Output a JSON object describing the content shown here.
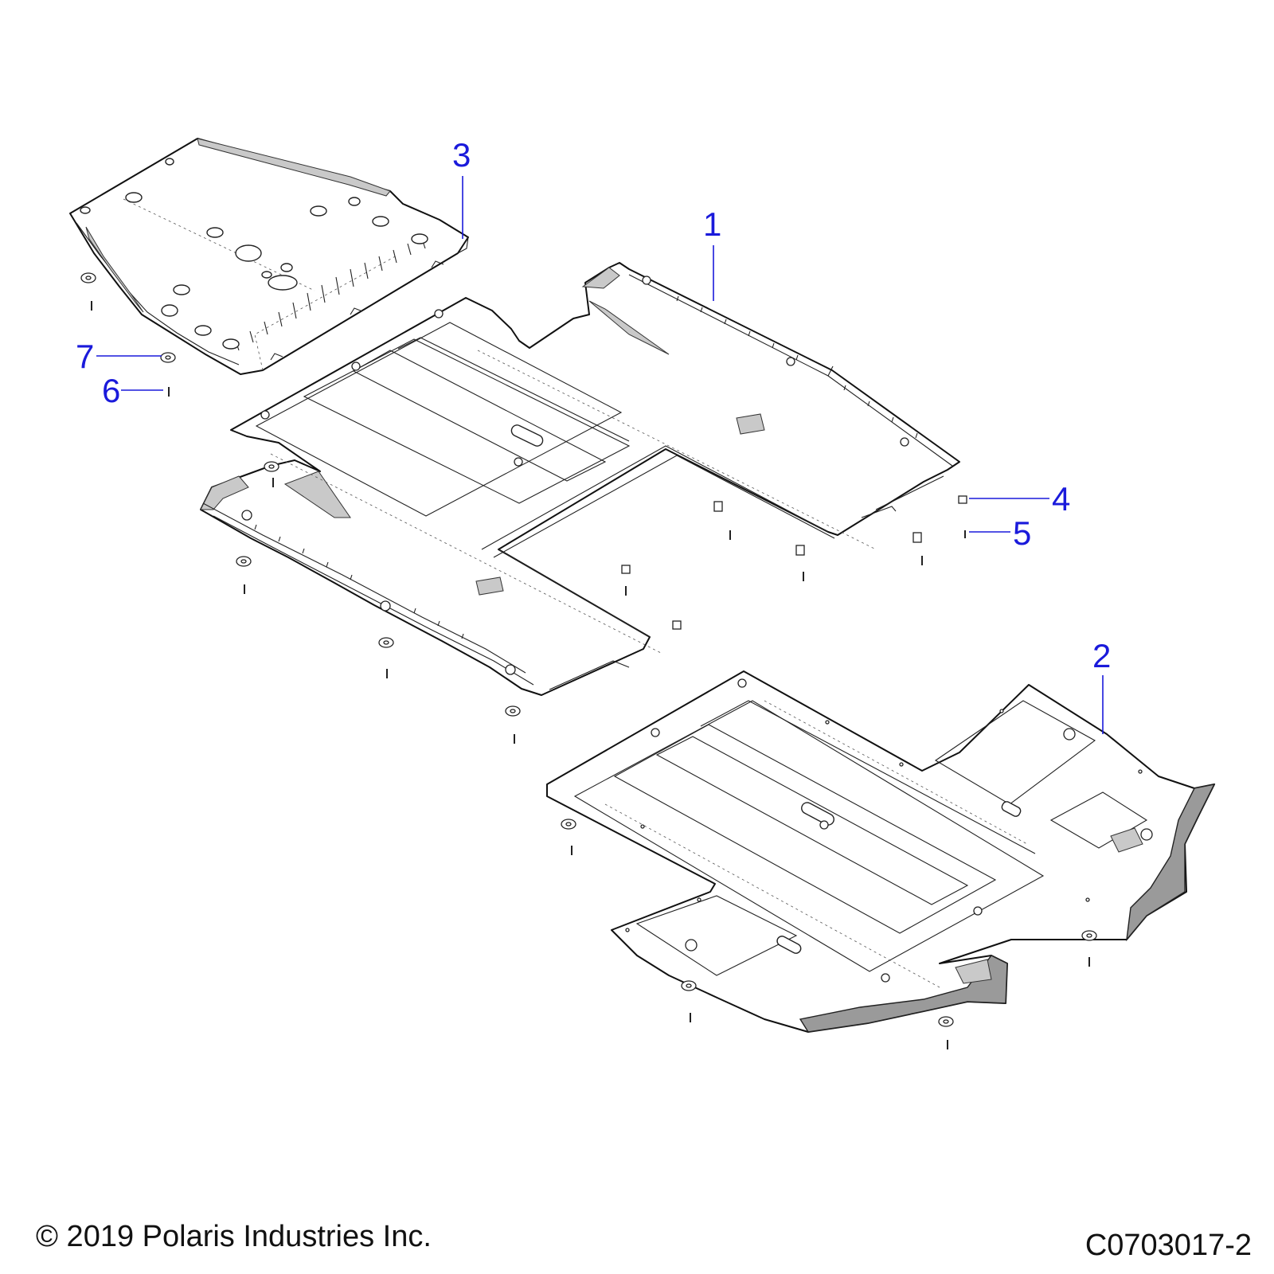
{
  "diagram": {
    "callouts": [
      {
        "id": "c1",
        "label": "1"
      },
      {
        "id": "c2",
        "label": "2"
      },
      {
        "id": "c3",
        "label": "3"
      },
      {
        "id": "c4",
        "label": "4"
      },
      {
        "id": "c5",
        "label": "5"
      },
      {
        "id": "c6",
        "label": "6"
      },
      {
        "id": "c7",
        "label": "7"
      }
    ],
    "colors": {
      "callout": "#1a1adb",
      "line": "#111111",
      "shade": "#9a9a9a"
    }
  },
  "footer": {
    "copyright": "© 2019 Polaris Industries Inc.",
    "figure_id": "C0703017-2"
  }
}
